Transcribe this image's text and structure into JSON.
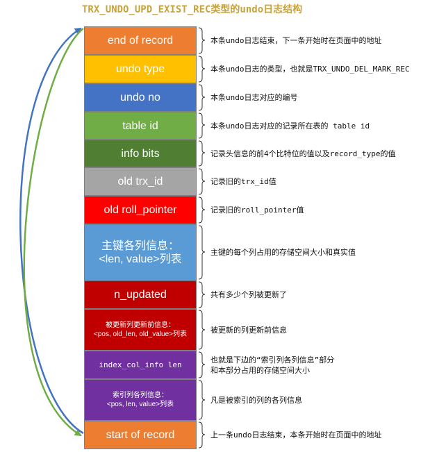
{
  "title": "TRX_UNDO_UPD_EXIST_REC类型的undo日志结构",
  "colors": {
    "blue_arrow": "#4472c4",
    "green_arrow": "#70ad47",
    "title": "#c8a23a"
  },
  "fields": [
    {
      "name": "end-of-record",
      "label": "end of record",
      "color": "#ed7d31",
      "desc": "本条undo日志结束，下一条开始时在页面中的地址"
    },
    {
      "name": "undo-type",
      "label": "undo type",
      "color": "#ffc000",
      "desc": "本条undo日志的类型，也就是TRX_UNDO_DEL_MARK_REC"
    },
    {
      "name": "undo-no",
      "label": "undo no",
      "color": "#4472c4",
      "desc": "本条undo日志对应的编号"
    },
    {
      "name": "table-id",
      "label": "table id",
      "color": "#70ad47",
      "desc": "本条undo日志对应的记录所在表的 table id"
    },
    {
      "name": "info-bits",
      "label": "info bits",
      "color": "#507e32",
      "desc": "记录头信息的前4个比特位的值以及record_type的值"
    },
    {
      "name": "old-trx-id",
      "label": "old trx_id",
      "color": "#a5a5a5",
      "desc": "记录旧的trx_id值"
    },
    {
      "name": "old-roll-pointer",
      "label": "old roll_pointer",
      "color": "#ff0000",
      "desc": "记录旧的roll_pointer值"
    },
    {
      "name": "primary-key-info",
      "label": "主键各列信息：\n<len, value>列表",
      "color": "#5b9bd5",
      "desc": "主键的每个列占用的存储空间大小和真实值"
    },
    {
      "name": "n-updated",
      "label": "n_updated",
      "color": "#c00000",
      "desc": "共有多少个列被更新了"
    },
    {
      "name": "updated-columns-info",
      "label": "被更新列更新前信息：\n<pos, old_len, old_value>列表",
      "color": "#c00000",
      "desc": "被更新的列更新前信息"
    },
    {
      "name": "index-col-info-len",
      "label": "index_col_info len",
      "color": "#7030a0",
      "desc": "也就是下边的“索引列各列信息”部分\n和本部分占用的存储空间大小"
    },
    {
      "name": "index-columns-info",
      "label": "索引列各列信息：\n<pos, len, value>列表",
      "color": "#7030a0",
      "desc": "凡是被索引的列的各列信息"
    },
    {
      "name": "start-of-record",
      "label": "start of record",
      "color": "#ed7d31",
      "desc": "上一条undo日志结束，本条开始时在页面中的地址"
    }
  ]
}
